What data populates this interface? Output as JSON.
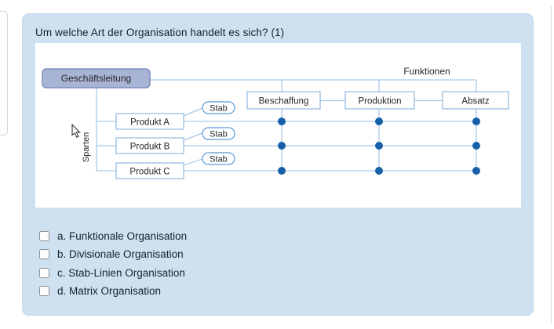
{
  "question_card": {
    "title": "Um welche Art der Organisation handelt es sich? (1)",
    "background_color": "#cfe1f0"
  },
  "diagram": {
    "management_box": "Geschäftsleitung",
    "functions_axis_label": "Funktionen",
    "function_boxes": [
      "Beschaffung",
      "Produktion",
      "Absatz"
    ],
    "division_boxes": [
      "Produkt A",
      "Produkt B",
      "Produkt C"
    ],
    "staff_boxes": [
      "Stab",
      "Stab",
      "Stab"
    ],
    "divisions_axis_label": "Sparten",
    "colors": {
      "node_dot": "#1660a9",
      "connector_line": "#a9c9e7",
      "box_border": "#8fb9e0",
      "staff_border": "#5b9bd5",
      "management_fill": "#a8b4d4",
      "management_border": "#7b8fc0"
    }
  },
  "options": [
    {
      "key": "a",
      "label": "a. Funktionale Organisation",
      "checked": false
    },
    {
      "key": "b",
      "label": "b. Divisionale Organisation",
      "checked": false
    },
    {
      "key": "c",
      "label": "c. Stab-Linien Organisation",
      "checked": false
    },
    {
      "key": "d",
      "label": "d. Matrix Organisation",
      "checked": false
    }
  ]
}
